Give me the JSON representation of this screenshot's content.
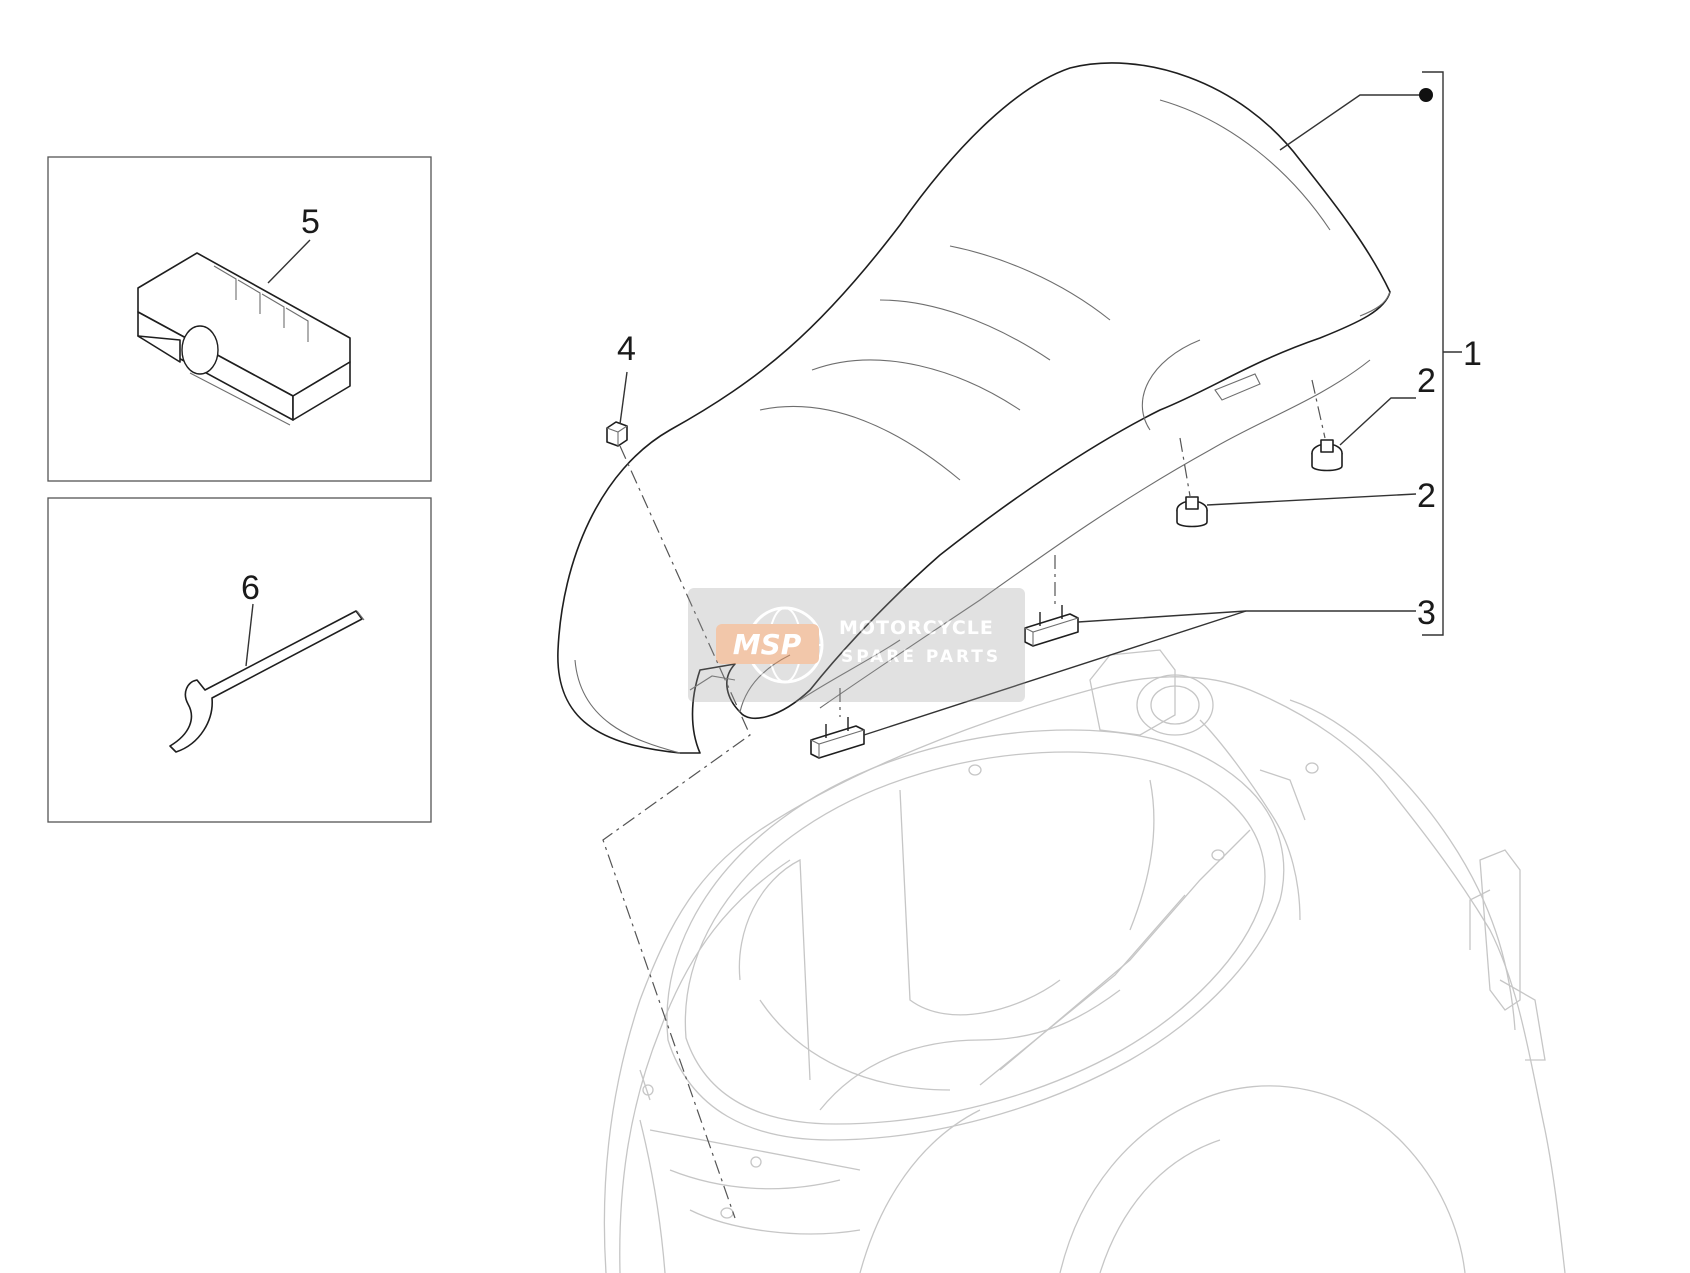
{
  "diagram": {
    "callouts": [
      {
        "id": "1",
        "label": "1"
      },
      {
        "id": "2a",
        "label": "2"
      },
      {
        "id": "2b",
        "label": "2"
      },
      {
        "id": "3",
        "label": "3"
      },
      {
        "id": "4",
        "label": "4"
      },
      {
        "id": "5",
        "label": "5"
      },
      {
        "id": "6",
        "label": "6"
      }
    ],
    "parts": [
      {
        "name": "seat",
        "icon": "seat-icon"
      },
      {
        "name": "rubber-buffer",
        "icon": "buffer-icon"
      },
      {
        "name": "seat-bracket",
        "icon": "bracket-icon"
      },
      {
        "name": "nut",
        "icon": "nut-icon"
      },
      {
        "name": "fuse-puller-clip",
        "icon": "clip-icon"
      },
      {
        "name": "hook-spanner",
        "icon": "spanner-icon"
      },
      {
        "name": "scooter-body",
        "icon": "scooter-body-icon"
      }
    ]
  },
  "watermark": {
    "logo": "MSP",
    "line1": "MOTORCYCLE",
    "line2": "SPARE PARTS"
  },
  "colors": {
    "line": "#1e1e1e",
    "ghost": "#c6c6c6",
    "watermark": "#8a8a8a"
  }
}
